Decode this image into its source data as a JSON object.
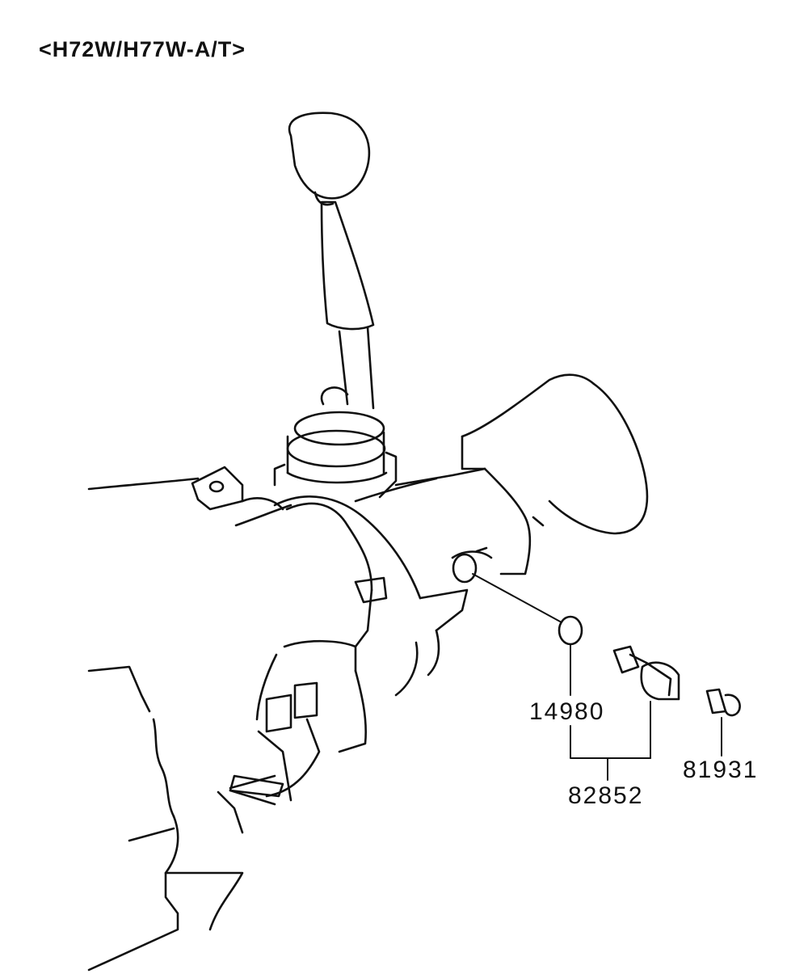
{
  "diagram": {
    "title": "<H72W/H77W-A/T>",
    "parts": [
      {
        "number": "14980"
      },
      {
        "number": "82852"
      },
      {
        "number": "81931"
      }
    ]
  }
}
